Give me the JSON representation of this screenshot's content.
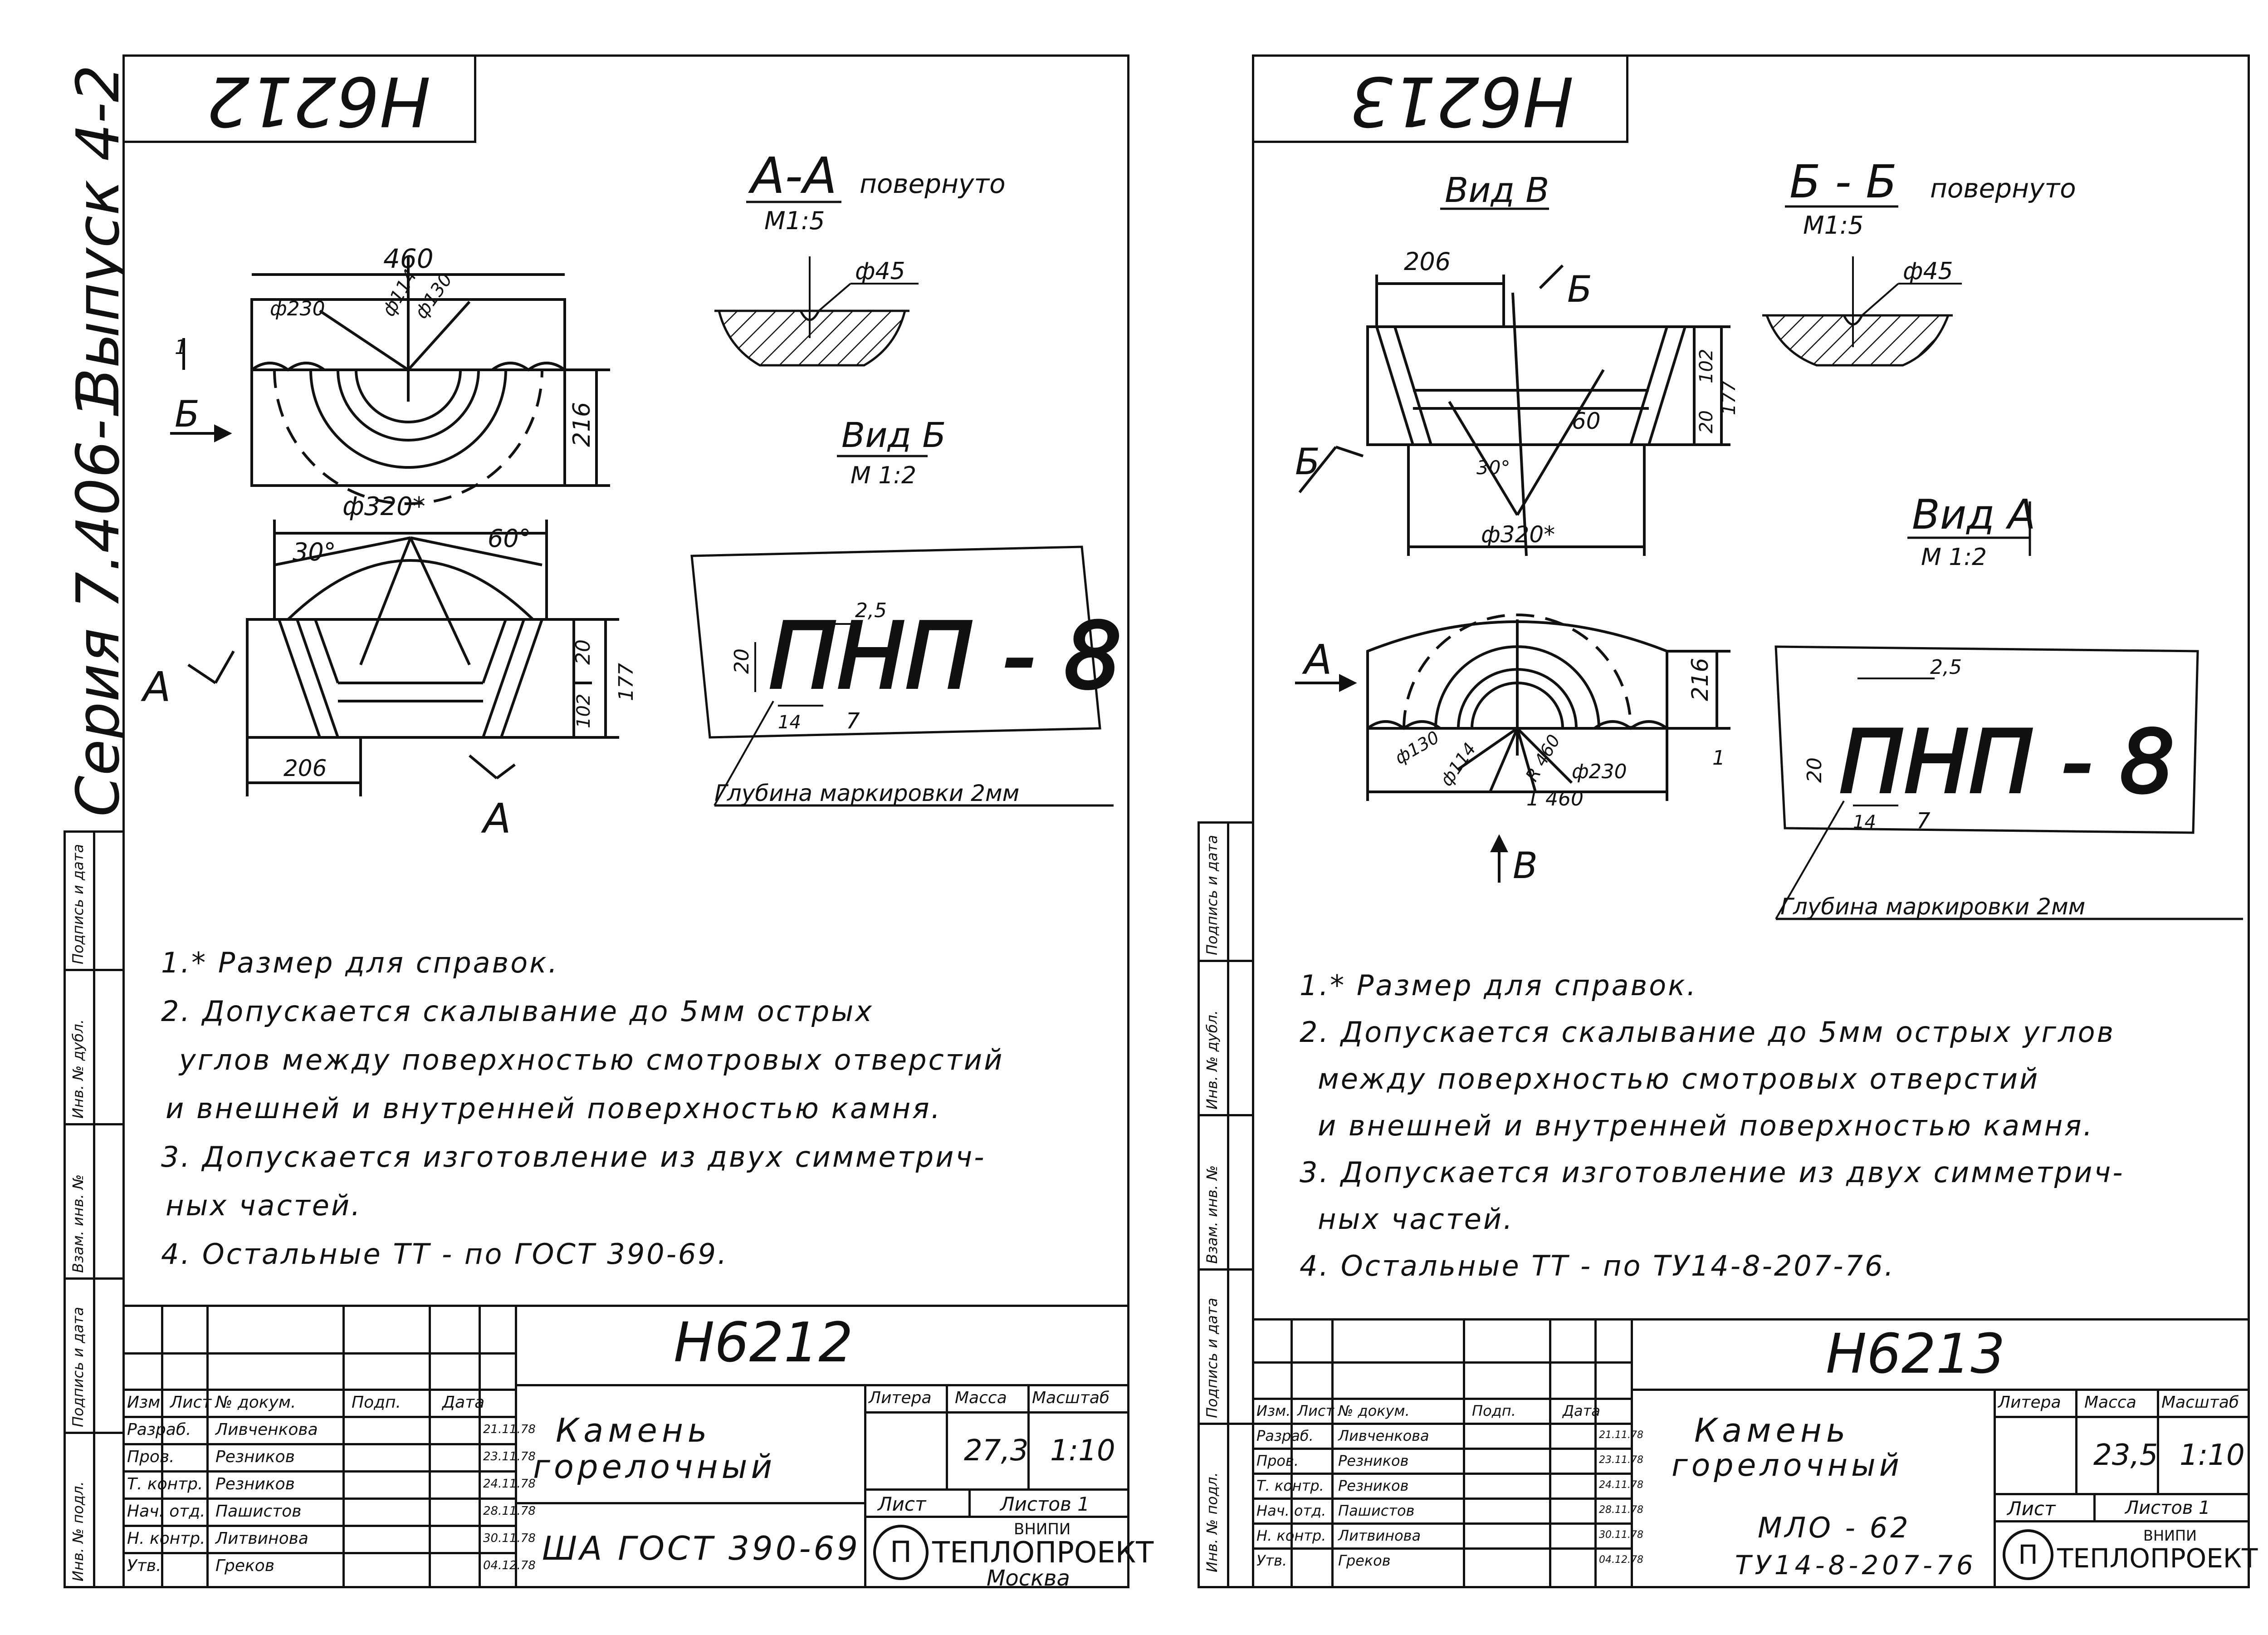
{
  "series_label": "Серия 7.406-1",
  "issue_label": "Выпуск 4-2",
  "margin_cells": [
    "Инв. № подл.",
    "Подпись и дата",
    "Взам. инв. №",
    "Инв. № дубл.",
    "Подпись и дата"
  ],
  "left": {
    "stamp_code": "Н6212",
    "section_title": "А-А",
    "section_suffix": "повернуто",
    "section_scale": "М1:5",
    "view_title": "Вид Б",
    "view_scale": "М 1:2",
    "dims": {
      "top_width": "460",
      "d230": "ф230",
      "d114": "ф114",
      "d130": "ф130",
      "h216": "216",
      "d320": "ф320*",
      "a30": "30°",
      "a60": "60°",
      "h20": "20",
      "h177": "177",
      "h102": "102",
      "w206": "206",
      "d45": "ф45",
      "m25": "2,5",
      "m20": "20",
      "m14": "14",
      "m7": "7",
      "label_B": "Б",
      "label_A": "А",
      "label_1": "1"
    },
    "marking": "ПНП - 8",
    "depth_note": "Глубина маркировки 2мм",
    "notes": [
      "1.* Размер для справок.",
      "2. Допускается скалывание до 5мм острых",
      "углов между поверхностью смотровых отверстий",
      "и внешней и внутренней поверхностью камня.",
      "3. Допускается изготовление из двух симметрич-",
      "ных частей.",
      "4. Остальные ТТ - по ГОСТ 390-69."
    ],
    "title_block": {
      "code": "Н6212",
      "name_line1": "Камень",
      "name_line2": "горелочный",
      "material": "ША ГОСТ 390-69",
      "mass": "27,3",
      "scale": "1:10",
      "sheet": "Лист",
      "sheets": "Листов 1",
      "org_top": "ВНИПИ",
      "org": "ТЕПЛОПРОЕКТ",
      "city": "Москва"
    }
  },
  "right": {
    "stamp_code": "Н6213",
    "view_b_title": "Вид В",
    "section_title": "Б - Б",
    "section_suffix": "повернуто",
    "section_scale": "М1:5",
    "view_a_title": "Вид А",
    "view_a_scale": "М 1:2",
    "dims": {
      "w206": "206",
      "h102": "102",
      "h177": "177",
      "h20": "20",
      "a60": "60",
      "a30": "30°",
      "d320": "ф320*",
      "d45": "ф45",
      "h216": "216",
      "d130": "ф130",
      "d114": "ф114",
      "r460": "R 460",
      "d230": "ф230",
      "w460": "1 460",
      "m25": "2,5",
      "m20": "20",
      "m14": "14",
      "m7": "7",
      "label_B": "Б",
      "label_A": "А",
      "label_V": "В",
      "label_1": "1"
    },
    "marking": "ПНП - 8",
    "depth_note": "Глубина маркировки 2мм",
    "notes": [
      "1.* Размер для справок.",
      "2. Допускается скалывание до 5мм острых углов",
      "между поверхностью смотровых отверстий",
      "и внешней и внутренней поверхностью камня.",
      "3. Допускается изготовление из двух симметрич-",
      "ных частей.",
      "4. Остальные ТТ - по ТУ14-8-207-76."
    ],
    "title_block": {
      "code": "Н6213",
      "name_line1": "Камень",
      "name_line2": "горелочный",
      "material_line1": "МЛО - 62",
      "material_line2": "ТУ14-8-207-76",
      "mass": "23,5",
      "scale": "1:10",
      "sheet": "Лист",
      "sheets": "Листов 1",
      "org_top": "ВНИПИ",
      "org": "ТЕПЛОПРОЕКТ"
    }
  },
  "tb_headers": {
    "litera": "Литера",
    "massa": "Масса",
    "masshtab": "Масштаб",
    "izm": "Изм.",
    "list": "Лист",
    "doc": "№ докум.",
    "podp": "Подп.",
    "data": "Дата"
  },
  "tb_rows": [
    {
      "role": "Разраб.",
      "name": "Ливченкова",
      "date": "21.11.78"
    },
    {
      "role": "Пров.",
      "name": "Резников",
      "date": "23.11.78"
    },
    {
      "role": "Т. контр.",
      "name": "Резников",
      "date": "24.11.78"
    },
    {
      "role": "Нач. отд.",
      "name": "Пашистов",
      "date": "28.11.78"
    },
    {
      "role": "Н. контр.",
      "name": "Литвинова",
      "date": "30.11.78"
    },
    {
      "role": "Утв.",
      "name": "Греков",
      "date": "04.12.78"
    }
  ]
}
